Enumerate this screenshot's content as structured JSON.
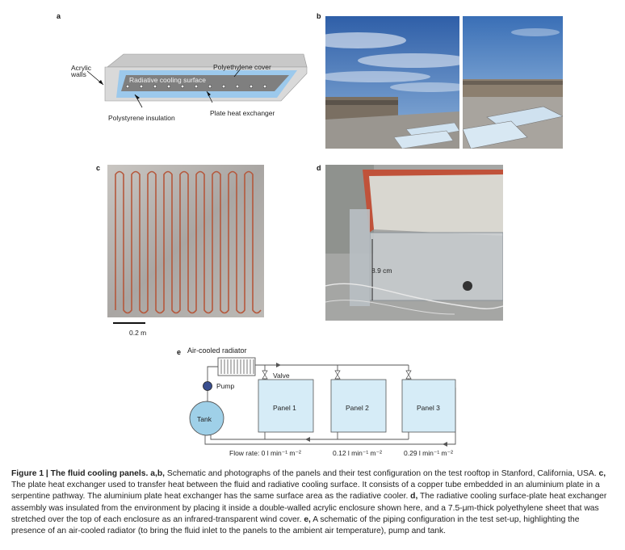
{
  "panels": {
    "a": {
      "letter": "a",
      "labels": {
        "acrylic_walls": "Acrylic walls",
        "polyethylene_cover": "Polyethylene cover",
        "radiative_surface": "Radiative cooling surface",
        "polystyrene": "Polystyrene insulation",
        "plate_hx": "Plate heat exchanger"
      }
    },
    "b": {
      "letter": "b"
    },
    "c": {
      "letter": "c",
      "scale_bar": "0.2 m"
    },
    "d": {
      "letter": "d",
      "dimension": "8.9 cm"
    },
    "e": {
      "letter": "e",
      "radiator": "Air-cooled radiator",
      "valve": "Valve",
      "pump": "Pump",
      "tank": "Tank",
      "panel1": "Panel 1",
      "panel2": "Panel 2",
      "panel3": "Panel 3",
      "flow1": "Flow rate: 0 l min⁻¹ m⁻²",
      "flow2": "0.12 l min⁻¹ m⁻²",
      "flow3": "0.29 l min⁻¹ m⁻²"
    }
  },
  "caption": {
    "title": "Figure 1 | The fluid cooling panels.",
    "ab_tag": "a,b,",
    "ab_text": " Schematic and photographs of the panels and their test configuration on the test rooftop in Stanford, California, USA. ",
    "c_tag": "c,",
    "c_text": " The plate heat exchanger used to transfer heat between the fluid and radiative cooling surface. It consists of a copper tube embedded in an aluminium plate in a serpentine pathway. The aluminium plate heat exchanger has the same surface area as the radiative cooler. ",
    "d_tag": "d,",
    "d_text": " The radiative cooling surface-plate heat exchanger assembly was insulated from the environment by placing it inside a double-walled acrylic enclosure shown here, and a 7.5-μm-thick polyethylene sheet that was stretched over the top of each enclosure as an infrared-transparent wind cover. ",
    "e_tag": "e,",
    "e_text": " A schematic of the piping configuration in the test set-up, highlighting the presence of an air-cooled radiator (to bring the fluid inlet to the panels to the ambient air temperature), pump and tank."
  }
}
